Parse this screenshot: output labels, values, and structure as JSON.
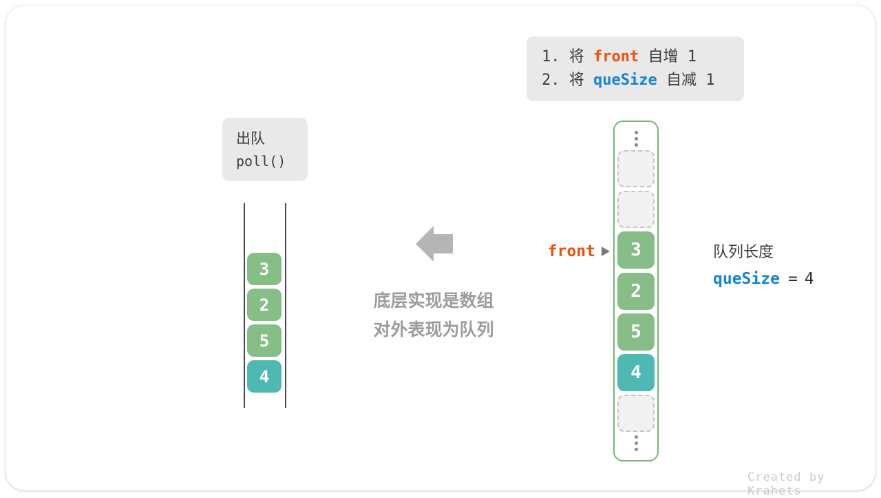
{
  "hint_box": {
    "lines": [
      {
        "prefix": "1. 将 ",
        "keyword": "front",
        "suffix": " 自增 1",
        "keyword_color": "#f0500f"
      },
      {
        "prefix": "2. 将 ",
        "keyword": "queSize",
        "suffix": " 自减 1",
        "keyword_color": "#1584d6"
      }
    ]
  },
  "operation_box": {
    "name": "出队",
    "method": "poll()"
  },
  "abstract_queue": {
    "cells": [
      {
        "value": "3",
        "kind": "green"
      },
      {
        "value": "2",
        "kind": "green"
      },
      {
        "value": "5",
        "kind": "green"
      },
      {
        "value": "4",
        "kind": "teal"
      }
    ]
  },
  "center_note": {
    "line1": "底层实现是数组",
    "line2": "对外表现为队列"
  },
  "front_pointer": {
    "label": "front"
  },
  "array_column": {
    "cells": [
      {
        "value": "",
        "kind": "empty"
      },
      {
        "value": "",
        "kind": "empty"
      },
      {
        "value": "3",
        "kind": "green"
      },
      {
        "value": "2",
        "kind": "green"
      },
      {
        "value": "5",
        "kind": "green"
      },
      {
        "value": "4",
        "kind": "teal"
      },
      {
        "value": "",
        "kind": "empty"
      }
    ]
  },
  "queue_length": {
    "title": "队列长度",
    "variable": "queSize",
    "equals_sign": "=",
    "value": "4"
  },
  "watermark": "Created by Krahets",
  "colors": {
    "keyword_orange": "#f0500f",
    "keyword_blue": "#1584d6",
    "cell_green": "#87bd87",
    "cell_teal": "#4fb8b2",
    "array_border_green": "#72b872",
    "box_gray": "#e9e9e9",
    "muted_text": "#9c9c9c",
    "arrow_gray": "#b5b5b5",
    "watermark_gray": "#c9c9c9"
  }
}
